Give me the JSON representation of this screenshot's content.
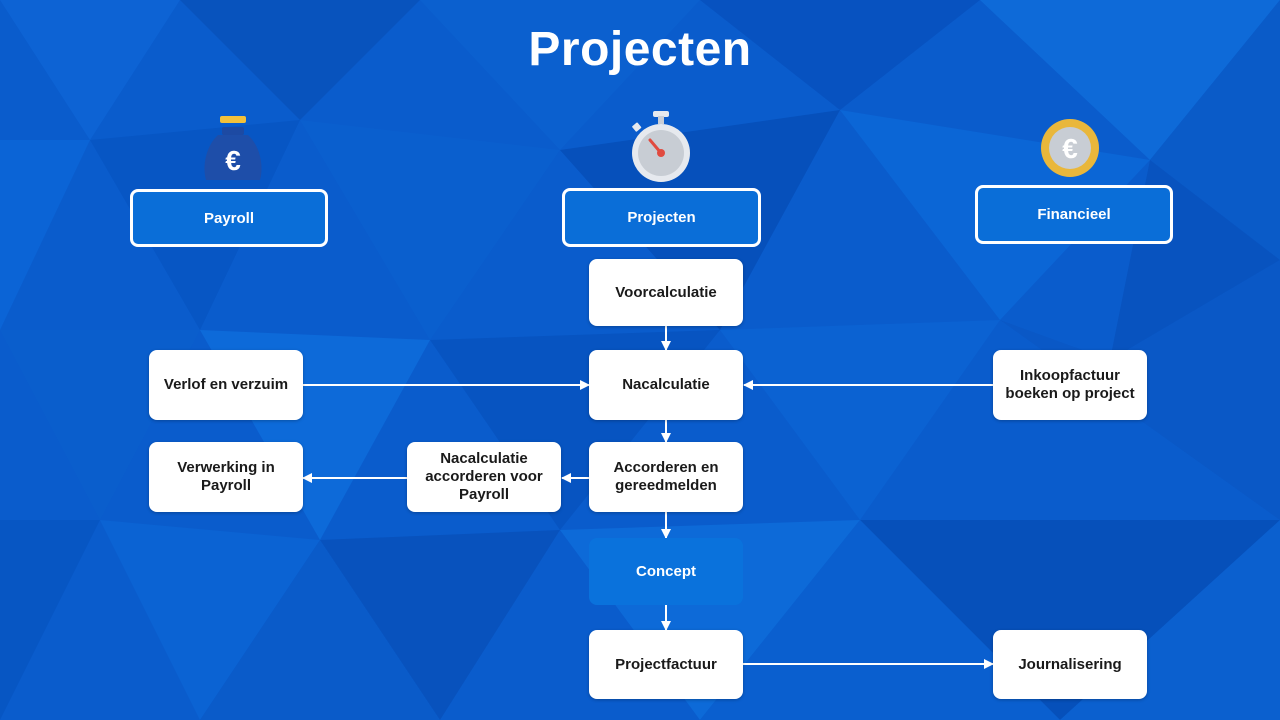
{
  "title": "Projecten",
  "colors": {
    "background": "#0a5ccc",
    "header_box": "#0a6ed8",
    "concept_box": "#0a72dc",
    "node_box": "#ffffff",
    "arrow": "#ffffff"
  },
  "columns": {
    "payroll": {
      "label": "Payroll",
      "icon": "money-bag-euro-icon"
    },
    "projecten": {
      "label": "Projecten",
      "icon": "stopwatch-icon"
    },
    "financieel": {
      "label": "Financieel",
      "icon": "euro-coin-icon"
    }
  },
  "nodes": {
    "voorcalculatie": "Voorcalculatie",
    "nacalculatie": "Nacalculatie",
    "verlof": "Verlof en verzuim",
    "inkoopfactuur": "Inkoopfactuur boeken op project",
    "accorderen": "Accorderen en gereedmelden",
    "nacalc_accorderen": "Nacalculatie accorderen voor Payroll",
    "verwerking": "Verwerking in Payroll",
    "concept": "Concept",
    "projectfactuur": "Projectfactuur",
    "journalisering": "Journalisering"
  }
}
